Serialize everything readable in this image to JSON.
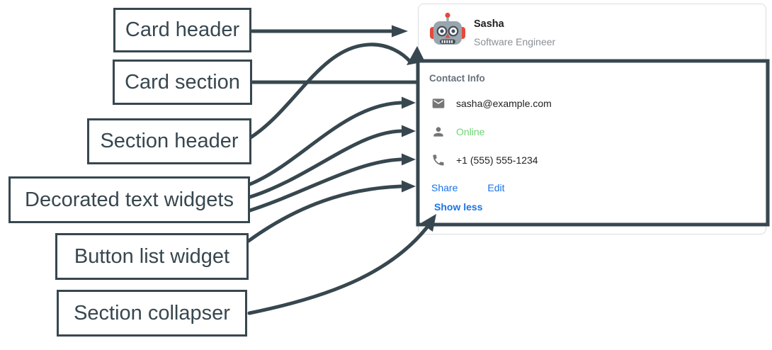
{
  "figure": {
    "annotation_color": "#37474F",
    "labels": [
      {
        "text": "Card header"
      },
      {
        "text": "Card section"
      },
      {
        "text": "Section header"
      },
      {
        "text": "Decorated text widgets"
      },
      {
        "text": "Button list widget"
      },
      {
        "text": "Section collapser"
      }
    ]
  },
  "card": {
    "header": {
      "title": "Sasha",
      "subtitle": "Software Engineer",
      "avatar_icon": "robot-avatar"
    },
    "section": {
      "title": "Contact Info",
      "rows": [
        {
          "icon": "email-icon",
          "text": "sasha@example.com"
        },
        {
          "icon": "person-icon",
          "text": "Online",
          "status_color": "#70D475"
        },
        {
          "icon": "phone-icon",
          "text": "+1 (555) 555-1234"
        }
      ],
      "buttons": [
        {
          "label": "Share"
        },
        {
          "label": "Edit"
        }
      ],
      "collapser_label": "Show less"
    },
    "colors": {
      "link_blue": "#1A73E8",
      "text_dark": "#202124",
      "text_gray": "#8A9096",
      "section_title_gray": "#67707A",
      "icon_gray": "#757575",
      "card_border": "#DADCE0"
    }
  }
}
